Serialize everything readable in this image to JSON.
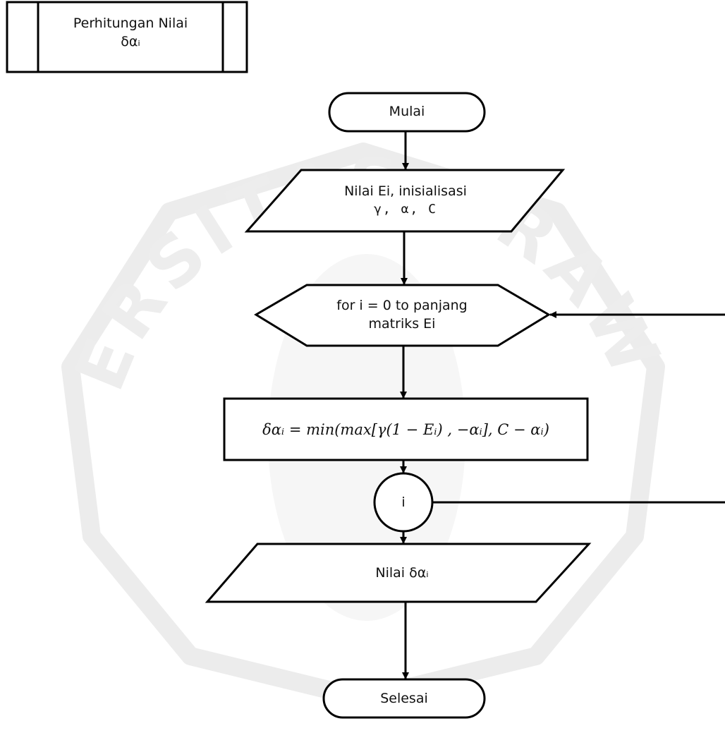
{
  "header_box": {
    "line1": "Perhitungan Nilai",
    "line2": "δαᵢ"
  },
  "nodes": {
    "start": "Mulai",
    "input_line1": "Nilai Ei, inisialisasi",
    "input_line2": "γ,  α,  C",
    "loop_line1": "for i = 0 to panjang",
    "loop_line2": "matriks Ei",
    "process": "δαᵢ = min(max[γ(1 − Eᵢ) , −αᵢ], C − αᵢ)",
    "connector": "i",
    "output": "Nilai δαᵢ",
    "end": "Selesai"
  },
  "watermark": {
    "text": "UNIVERSITAS BRAWIJAYA"
  }
}
